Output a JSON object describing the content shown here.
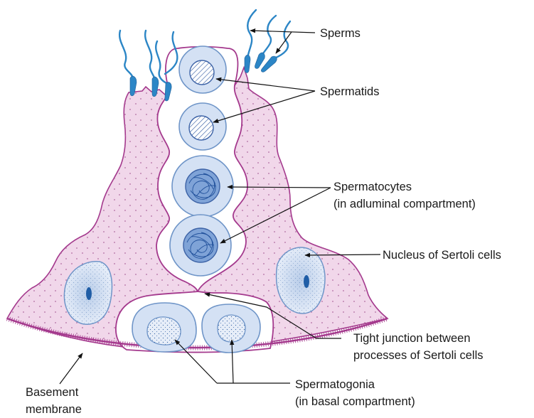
{
  "labels": {
    "sperms": "Sperms",
    "spermatids": "Spermatids",
    "spermatocytes_1": "Spermatocytes",
    "spermatocytes_2": "(in adluminal compartment)",
    "nucleus": "Nucleus of Sertoli cells",
    "tight_junction_1": "Tight junction between",
    "tight_junction_2": "processes of Sertoli cells",
    "basement_1": "Basement",
    "basement_2": "membrane",
    "spermatogonia_1": "Spermatogonia",
    "spermatogonia_2": "(in basal compartment)"
  },
  "colors": {
    "sertoli_cytoplasm": "#f1d7ea",
    "sertoli_outline": "#a4398d",
    "germ_cell_fill": "#d4e1f4",
    "germ_cell_outline": "#6f95c8",
    "sperm": "#2c86c6"
  }
}
